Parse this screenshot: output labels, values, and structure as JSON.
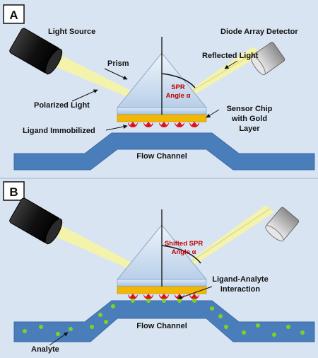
{
  "panels": [
    {
      "letter": "A",
      "labels": {
        "light_source": "Light Source",
        "detector": "Diode Array Detector",
        "prism": "Prism",
        "reflected": "Reflected Light",
        "polarized": "Polarized Light",
        "spr_line1": "SPR",
        "spr_line2": "Angle α",
        "chip_line1": "Sensor Chip",
        "chip_line2": "with Gold",
        "chip_line3": "Layer",
        "ligand": "Ligand Immobilized",
        "flow": "Flow Channel"
      }
    },
    {
      "letter": "B",
      "labels": {
        "spr_line1": "Shifted SPR",
        "spr_line2": "Angle α",
        "interaction_line1": "Ligand-Analyte",
        "interaction_line2": "Interaction",
        "flow": "Flow Channel",
        "analyte": "Analyte"
      }
    }
  ],
  "colors": {
    "background": "#d9e4f2",
    "channel": "#4a7ebb",
    "gold": "#f2b705",
    "ligand": "#e0101a",
    "analyte": "#7ed321",
    "beam": "#f6f3a8"
  }
}
